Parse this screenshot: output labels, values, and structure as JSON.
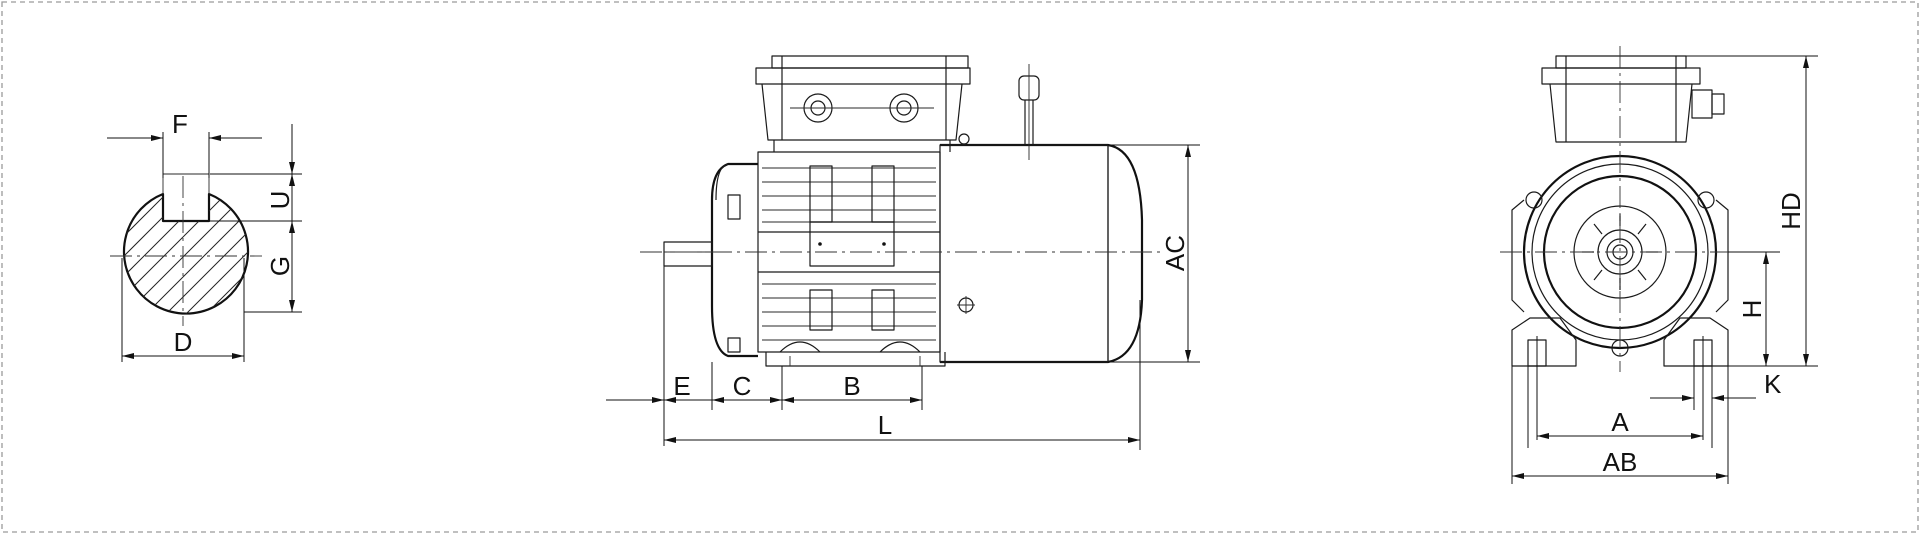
{
  "labels": {
    "F": "F",
    "U": "U",
    "G": "G",
    "D": "D",
    "E": "E",
    "C": "C",
    "B": "B",
    "L": "L",
    "AC": "AC",
    "HD": "HD",
    "H": "H",
    "K": "K",
    "A": "A",
    "AB": "AB"
  }
}
